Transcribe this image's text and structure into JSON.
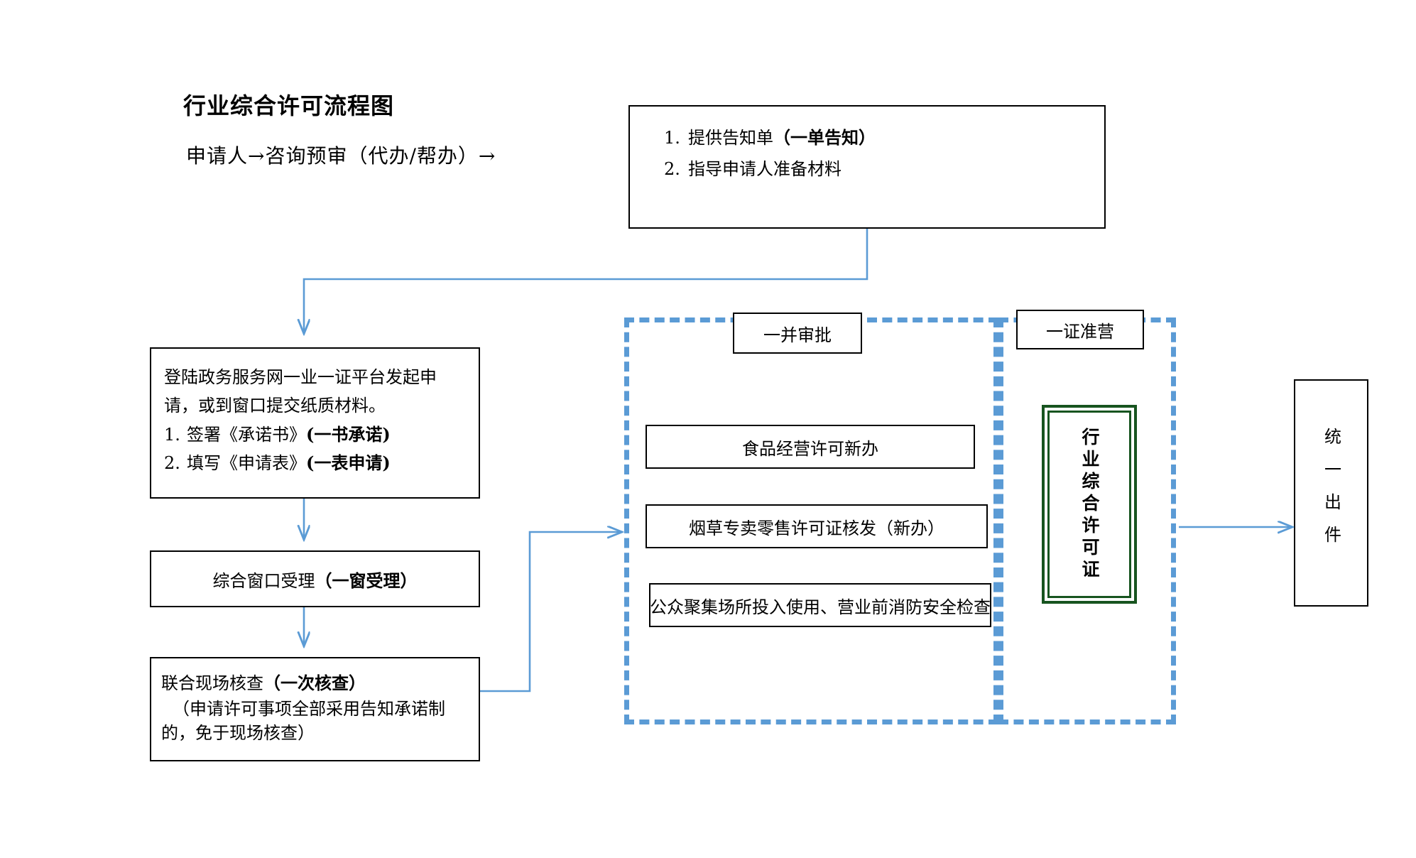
{
  "heading": {
    "title": "行业综合许可流程图",
    "subtitle": "申请人→咨询预审（代办/帮办）→"
  },
  "top_box": {
    "items": [
      {
        "num": "1.",
        "text": "提供告知单",
        "emphasis": "（一单告知）"
      },
      {
        "num": "2.",
        "text": "指导申请人准备材料",
        "emphasis": ""
      }
    ]
  },
  "left_column": {
    "apply_box": {
      "paragraph": "登陆政务服务网一业一证平台发起申请，或到窗口提交纸质材料。",
      "items": [
        {
          "num": "1.",
          "text": "签署《承诺书》",
          "emphasis": "(一书承诺)"
        },
        {
          "num": "2.",
          "text": "填写《申请表》",
          "emphasis": "(一表申请)"
        }
      ]
    },
    "accept_box": {
      "text": "综合窗口受理",
      "emphasis": "（一窗受理）"
    },
    "inspect_box": {
      "line1": "联合现场核查",
      "line1_emphasis": "（一次核查）",
      "line2": "（申请许可事项全部采用告知承诺制的，免于现场核查）"
    }
  },
  "approval_region": {
    "label": "一并审批",
    "items": [
      "食品经营许可新办",
      "烟草专卖零售许可证核发（新办）",
      "公众聚集场所投入使用、营业前消防安全检查"
    ]
  },
  "certificate_region": {
    "label": "一证准营",
    "certificate_text": "行业综合许可证"
  },
  "output_box": {
    "text": "统一出件"
  },
  "colors": {
    "dashed_border": "#5b9bd5",
    "connector": "#5b9bd5",
    "certificate_border": "#17541f",
    "box_border": "#000000",
    "background": "#ffffff",
    "text": "#000000"
  }
}
